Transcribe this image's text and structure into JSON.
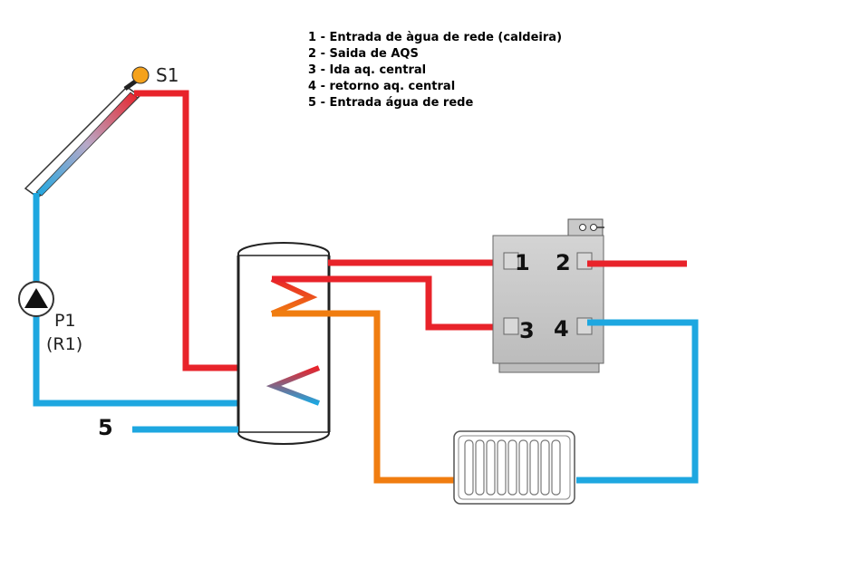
{
  "legend": {
    "items": [
      "1 - Entrada de àgua de rede (caldeira)",
      "2 - Saida de AQS",
      "3 - Ida aq. central",
      "4 - retorno aq. central",
      "5 - Entrada água de rede"
    ]
  },
  "labels": {
    "sensor": "S1",
    "pump": "P1",
    "pump_relay": "(R1)",
    "port1": "1",
    "port2": "2",
    "port3": "3",
    "port4": "4",
    "inlet5": "5"
  },
  "colors": {
    "hot": "#e8232a",
    "cold": "#1ea7e0",
    "heating": "#f07d10",
    "sensor": "#f5a21c",
    "boiler": "#c9c9c9",
    "outline": "#222222"
  }
}
